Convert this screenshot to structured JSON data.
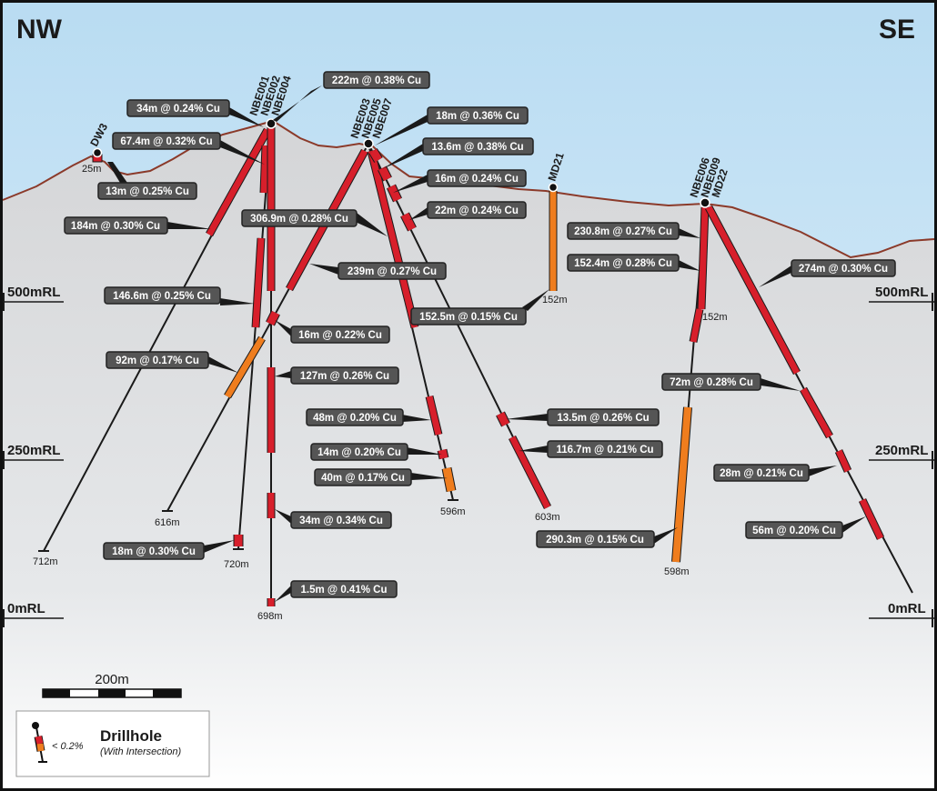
{
  "orientation": {
    "left": "NW",
    "right": "SE"
  },
  "rl_labels": [
    "500mRL",
    "250mRL",
    "0mRL"
  ],
  "scale_bar": {
    "label": "200m"
  },
  "legend": {
    "title": "Drillhole",
    "subtitle": "(With Intersection)",
    "threshold": "< 0.2%"
  },
  "colors": {
    "high_grade": "#d71f2b",
    "low_grade": "#ef7d1e",
    "topography": "#8b3a2a",
    "callout_bg": "#555555"
  },
  "collar_labels": {
    "dw3": "DW3",
    "nbe001": "NBE001",
    "nbe002": "NBE002",
    "nbe004": "NBE004",
    "nbe003": "NBE003",
    "nbe005": "NBE005",
    "nbe007": "NBE007",
    "md21": "MD21",
    "nbe006": "NBE006",
    "nbe009": "NBE009",
    "md22": "MD22"
  },
  "depths": {
    "dw3": "25m",
    "d712": "712m",
    "d616": "616m",
    "d720": "720m",
    "d698": "698m",
    "d596": "596m",
    "d603": "603m",
    "md21": "152m",
    "d152b": "152m",
    "d598": "598m"
  },
  "intersections": [
    "222m @ 0.38% Cu",
    "34m @ 0.24% Cu",
    "67.4m @ 0.32% Cu",
    "13m @ 0.25% Cu",
    "184m @ 0.30% Cu",
    "306.9m @ 0.28% Cu",
    "239m @ 0.27% Cu",
    "146.6m @ 0.25% Cu",
    "16m @ 0.22% Cu",
    "92m @ 0.17% Cu",
    "127m @ 0.26% Cu",
    "48m @ 0.20% Cu",
    "14m @ 0.20% Cu",
    "40m @ 0.17% Cu",
    "34m @ 0.34% Cu",
    "18m @ 0.30% Cu",
    "1.5m @ 0.41% Cu",
    "18m @ 0.36% Cu",
    "13.6m @ 0.38% Cu",
    "16m @ 0.24% Cu",
    "22m @ 0.24% Cu",
    "152.5m @ 0.15% Cu",
    "13.5m @ 0.26% Cu",
    "116.7m @ 0.21% Cu",
    "230.8m @ 0.27% Cu",
    "152.4m @ 0.28% Cu",
    "274m @ 0.30% Cu",
    "72m @ 0.28% Cu",
    "28m @ 0.21% Cu",
    "56m @ 0.20% Cu",
    "290.3m @ 0.15% Cu"
  ]
}
